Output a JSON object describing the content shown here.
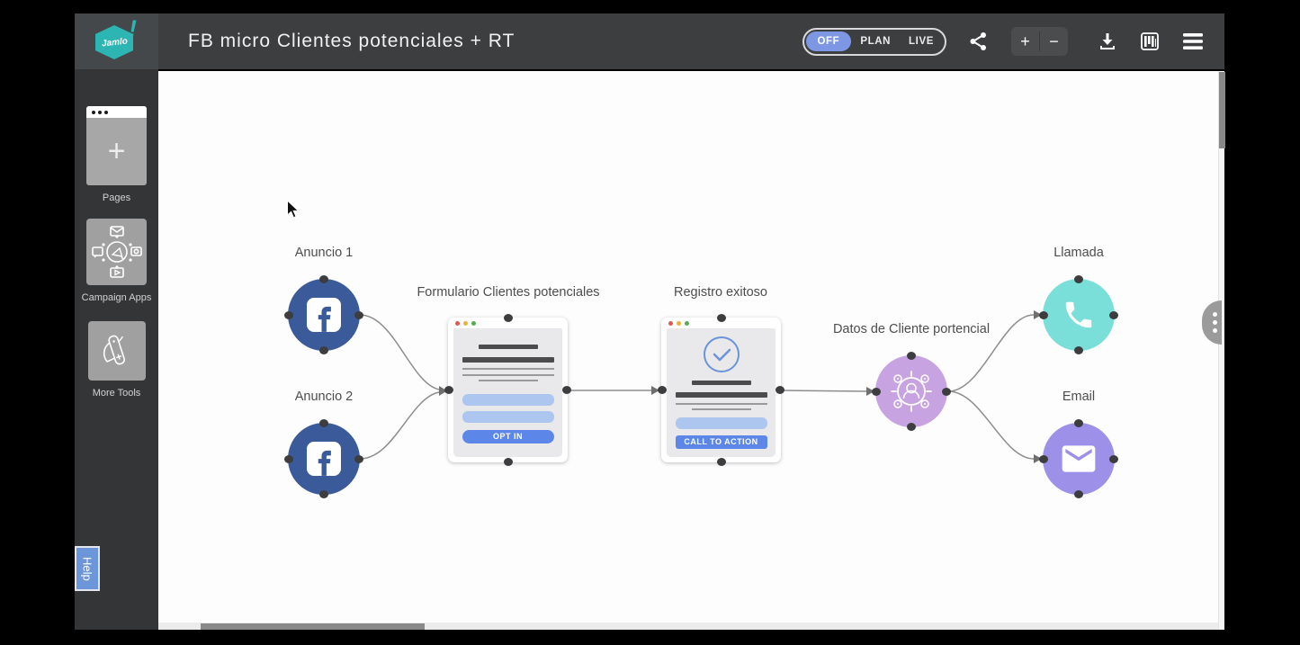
{
  "header": {
    "brand_name": "Jamlo",
    "brand_mark": "!",
    "title": "FB micro Clientes potenciales + RT",
    "mode_toggle": {
      "options": [
        "OFF",
        "PLAN",
        "LIVE"
      ],
      "selected": "OFF"
    },
    "zoom_in": "+",
    "zoom_out": "−",
    "icons": [
      "share-icon",
      "download-icon",
      "report-table-icon",
      "menu-icon"
    ]
  },
  "sidebar": {
    "items": [
      {
        "label": "Pages",
        "icon": "browser-page-icon"
      },
      {
        "label": "Campaign Apps",
        "icon": "megaphone-network-icon"
      },
      {
        "label": "More Tools",
        "icon": "swiss-knife-icon"
      }
    ],
    "help_label": "Help"
  },
  "canvas": {
    "nodes": [
      {
        "id": "anuncio-1",
        "type": "facebook-traffic",
        "label": "Anuncio 1",
        "icon": "facebook-icon",
        "color": "#3a5a9a"
      },
      {
        "id": "anuncio-2",
        "type": "facebook-traffic",
        "label": "Anuncio 2",
        "icon": "facebook-icon",
        "color": "#3a5a9a"
      },
      {
        "id": "formulario",
        "type": "page-optin-form",
        "label": "Formulario Clientes potenciales",
        "button": "OPT IN"
      },
      {
        "id": "registro",
        "type": "page-success",
        "label": "Registro exitoso",
        "button": "CALL TO ACTION"
      },
      {
        "id": "datos",
        "type": "contact-profile",
        "label": "Datos de Cliente portencial",
        "icon": "profile-target-icon",
        "color": "#c7a3e2"
      },
      {
        "id": "llamada",
        "type": "call-action",
        "label": "Llamada",
        "icon": "phone-icon",
        "color": "#7adfd8"
      },
      {
        "id": "email",
        "type": "email-action",
        "label": "Email",
        "icon": "envelope-icon",
        "color": "#9c90e8"
      }
    ],
    "connections": [
      {
        "from": "anuncio-1",
        "to": "formulario"
      },
      {
        "from": "anuncio-2",
        "to": "formulario"
      },
      {
        "from": "formulario",
        "to": "registro"
      },
      {
        "from": "registro",
        "to": "datos"
      },
      {
        "from": "datos",
        "to": "llamada"
      },
      {
        "from": "datos",
        "to": "email"
      }
    ]
  },
  "colors": {
    "header_bg": "#3c3e40",
    "sidebar_bg": "#333537",
    "canvas_bg": "#fdfdfe",
    "brand_teal": "#2cb5b2",
    "toggle_selected": "#7d97e4",
    "facebook_blue": "#3a5a9a",
    "button_blue": "#5c87e8",
    "input_blue": "#adc6f0",
    "call_teal": "#7adfd8",
    "email_purple": "#9c90e8",
    "profile_lilac": "#c7a3e2",
    "wire_gray": "#8d8d8d"
  }
}
